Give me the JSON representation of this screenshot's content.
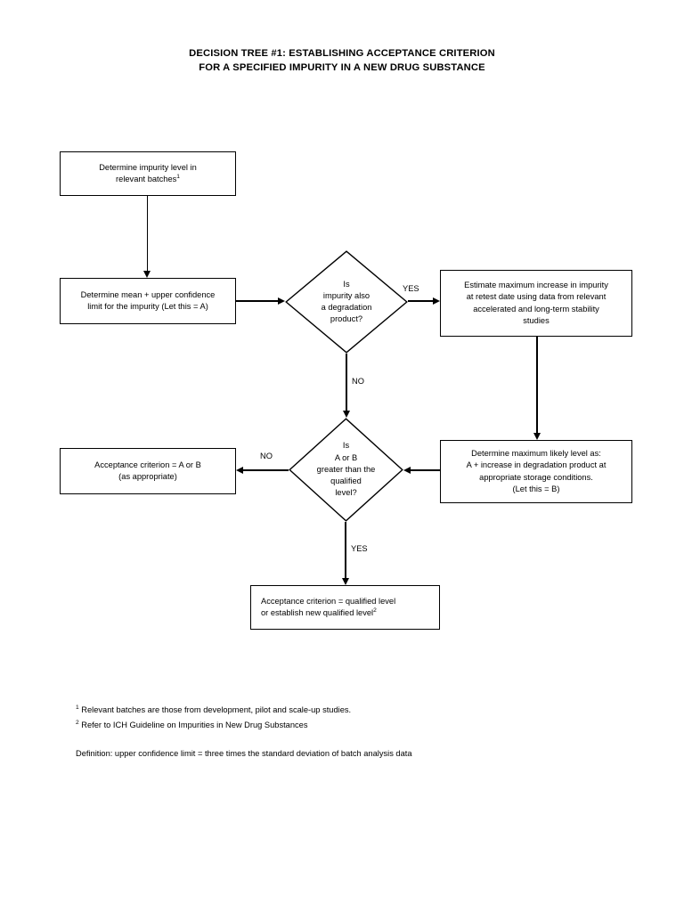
{
  "title": {
    "line1": "DECISION TREE #1: ESTABLISHING ACCEPTANCE CRITERION",
    "line2": "FOR A SPECIFIED IMPURITY IN A NEW DRUG SUBSTANCE"
  },
  "nodes": {
    "determine_impurity": {
      "line1": "Determine impurity level in",
      "line2": "relevant batches",
      "superscript": "1"
    },
    "determine_mean": {
      "line1": "Determine mean + upper confidence",
      "line2": "limit for the impurity (Let this = A)"
    },
    "is_degradation": {
      "line1": "Is",
      "line2": "impurity also",
      "line3": "a degradation",
      "line4": "product?"
    },
    "estimate_maximum": {
      "line1": "Estimate maximum increase in impurity",
      "line2": "at retest date using data from relevant",
      "line3": "accelerated and long-term stability",
      "line4": "studies"
    },
    "determine_likely": {
      "line1": "Determine maximum likely level as:",
      "line2": "A + increase in degradation product at",
      "line3": "appropriate storage conditions.",
      "line4": "(Let this = B)"
    },
    "is_greater": {
      "line1": "Is",
      "line2": "A or B",
      "line3": "greater than the",
      "line4": "qualified",
      "line5": "level?"
    },
    "acceptance_ab": {
      "line1": "Acceptance criterion = A or B",
      "line2": "(as appropriate)"
    },
    "acceptance_qualified": {
      "line1": "Acceptance criterion = qualified level",
      "line2": "or establish new qualified level",
      "superscript": "2"
    }
  },
  "edge_labels": {
    "degradation_yes": "YES",
    "degradation_no": "NO",
    "greater_no": "NO",
    "greater_yes": "YES"
  },
  "footnotes": {
    "marker1": "1",
    "note1": "Relevant batches are those from development, pilot and scale-up studies.",
    "marker2": "2",
    "note2": "Refer to ICH Guideline on Impurities in New Drug Substances",
    "definition": "Definition: upper confidence limit = three times the standard deviation of batch analysis data"
  },
  "colors": {
    "stroke": "#000000",
    "background": "#ffffff",
    "text": "#000000"
  }
}
